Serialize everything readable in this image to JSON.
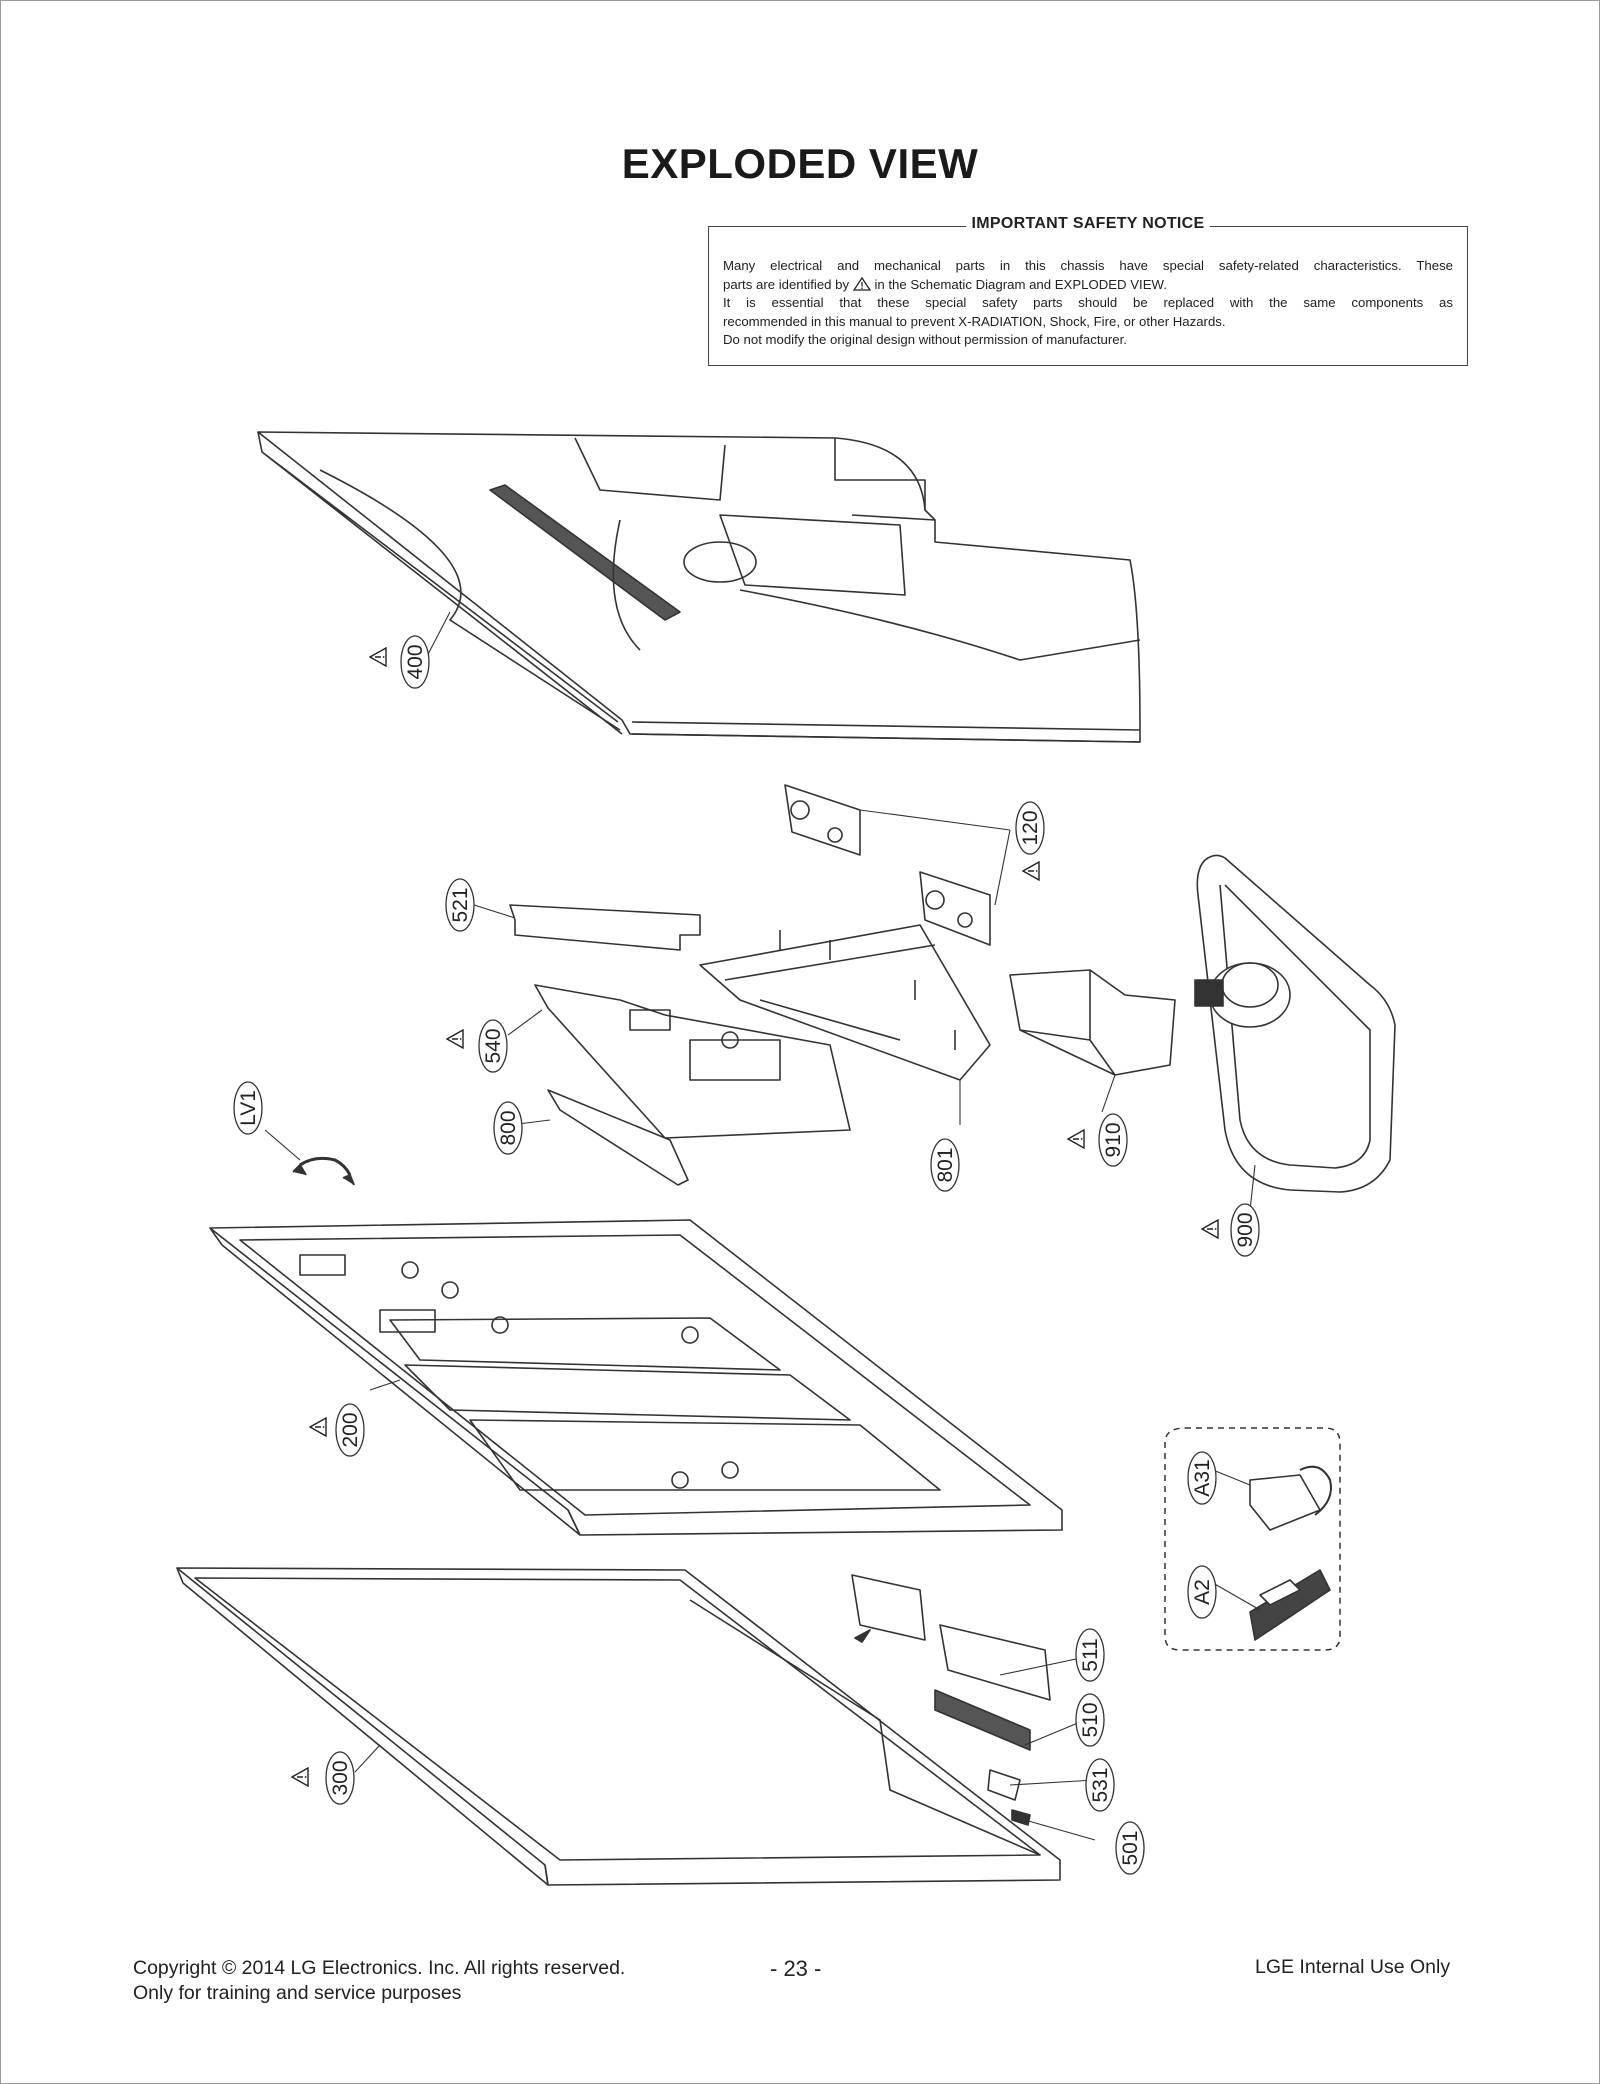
{
  "page": {
    "title": "EXPLODED VIEW",
    "notice": {
      "heading": "IMPORTANT SAFETY NOTICE",
      "line1": "Many electrical and mechanical parts in this chassis have special safety-related characteristics. These",
      "line2_pre": "parts are identified by",
      "line2_post": "in the Schematic Diagram and EXPLODED VIEW.",
      "line3": "It is essential that these special safety parts should be replaced with the same components as",
      "line4": "recommended in this manual to prevent X-RADIATION, Shock, Fire, or other Hazards.",
      "line5": "Do not modify the original design without permission of manufacturer."
    },
    "parts": {
      "p400": "400",
      "p120": "120",
      "p521": "521",
      "p540": "540",
      "p800": "800",
      "p801": "801",
      "p910": "910",
      "p900": "900",
      "pLV1": "LV1",
      "p200": "200",
      "pA31": "A31",
      "pA2": "A2",
      "p300": "300",
      "p511": "511",
      "p510": "510",
      "p531": "531",
      "p501": "501"
    },
    "footer": {
      "copyright": "Copyright  © 2014 LG Electronics. Inc. All rights reserved.",
      "purpose": "Only for training and service purposes",
      "page_number": "- 23 -",
      "internal": "LGE Internal Use Only"
    },
    "icons": [
      "warning-triangle-icon"
    ]
  }
}
